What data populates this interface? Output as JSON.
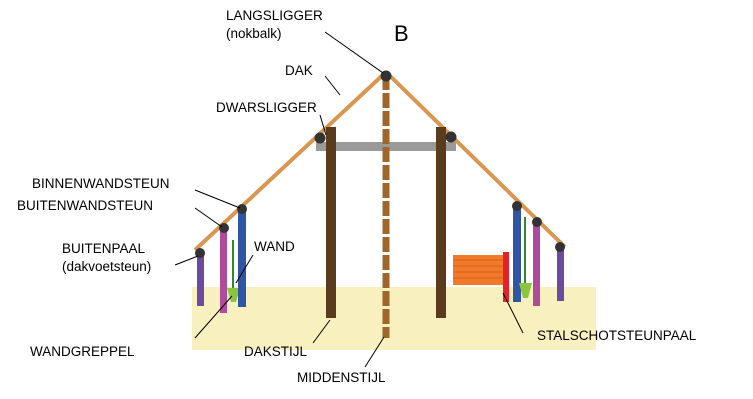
{
  "diagram": {
    "section_letter": "B",
    "labels": {
      "langsligger": "LANGSLIGGER",
      "nokbalk": "(nokbalk)",
      "dak": "DAK",
      "dwarsligger": "DWARSLIGGER",
      "binnenwandsteun": "BINNENWANDSTEUN",
      "buitenwandsteun": "BUITENWANDSTEUN",
      "buitenpaal": "BUITENPAAL",
      "dakvoetsteun": "(dakvoetsteun)",
      "wand": "WAND",
      "wandgreppel": "WANDGREPPEL",
      "dakstijl": "DAKSTIJL",
      "middenstijl": "MIDDENSTIJL",
      "stalschotsteunpaal": "STALSCHOTSTEUNPAAL"
    },
    "colors": {
      "ground": "#f8f0bf",
      "roof": "#d89650",
      "dakstijl": "#5a3b1e",
      "middenstijl": "#a0652a",
      "crossbeam": "#9a9a9a",
      "binnenwandsteun": "#2f55a4",
      "buitenwandsteun": "#b04a9a",
      "buitenpaal": "#6b4aa0",
      "wand": "#2f8a2f",
      "wandgreppel": "#8cc63f",
      "stalschot_wall": "#f07a2a",
      "stalschot_post": "#e8202a",
      "joint": "#333333"
    }
  }
}
